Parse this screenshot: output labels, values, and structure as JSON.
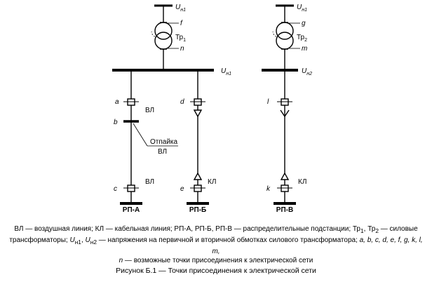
{
  "transformers": {
    "t1": {
      "name": "Тр",
      "index": "1",
      "primary_voltage": "U",
      "primary_sub": "н1",
      "hv_point": "f",
      "lv_point": "n",
      "bus_voltage": "U",
      "bus_sub": "н1"
    },
    "t2": {
      "name": "Тр",
      "index": "2",
      "primary_voltage": "U",
      "primary_sub": "н1",
      "hv_point": "g",
      "lv_point": "m",
      "bus_voltage": "U",
      "bus_sub": "н2"
    }
  },
  "points": {
    "a": "a",
    "b": "b",
    "c": "c",
    "d": "d",
    "e": "e",
    "k": "k",
    "l": "l"
  },
  "lines": {
    "vl_top": "ВЛ",
    "vl_bottom": "ВЛ",
    "kl_b": "КЛ",
    "kl_v": "КЛ",
    "branch_top": "Отпайка",
    "branch_bottom": "ВЛ"
  },
  "substations": {
    "a": "РП-А",
    "b": "РП-Б",
    "v": "РП-В"
  },
  "legend": {
    "p1": "ВЛ — воздушная линия; КЛ — кабельная линия; РП-А, РП-Б, РП-В — распределительные подстанции; Тр",
    "s1": "1",
    "p2": ", Тр",
    "s2": "2",
    "p3": " — силовые",
    "p4": "трансформаторы; ",
    "p5": "U",
    "s5": "н1",
    "p6": ", ",
    "p7": "U",
    "s7": "н2",
    "p8": " — напряжения на первичной и вторичной обмотках силового трансформатора; ",
    "p9": "a, b, c, d, e, f, g, k, l, m,",
    "p10": "n",
    "p11": " — возможные точки присоединения к электрической сети"
  },
  "caption": "Рисунок Б.1 — Точки присоединения к электрической сети"
}
